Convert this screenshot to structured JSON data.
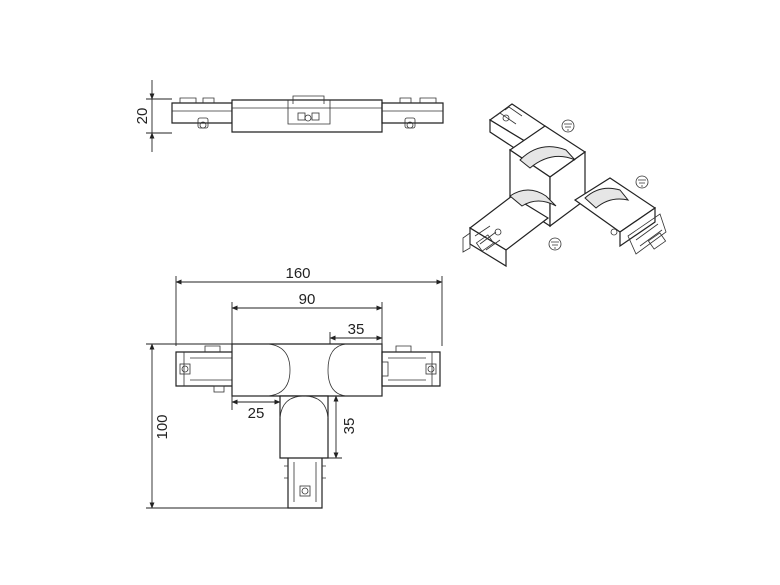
{
  "dimensions": {
    "side_height": "20",
    "overall_width": "160",
    "center_body_width": "90",
    "right_arm_width": "35",
    "left_offset": "25",
    "bottom_arm_length": "35",
    "overall_height": "100"
  },
  "icons": {
    "ground_symbol": "earth-ground-icon"
  },
  "colors": {
    "line": "#222222",
    "background": "#ffffff"
  }
}
